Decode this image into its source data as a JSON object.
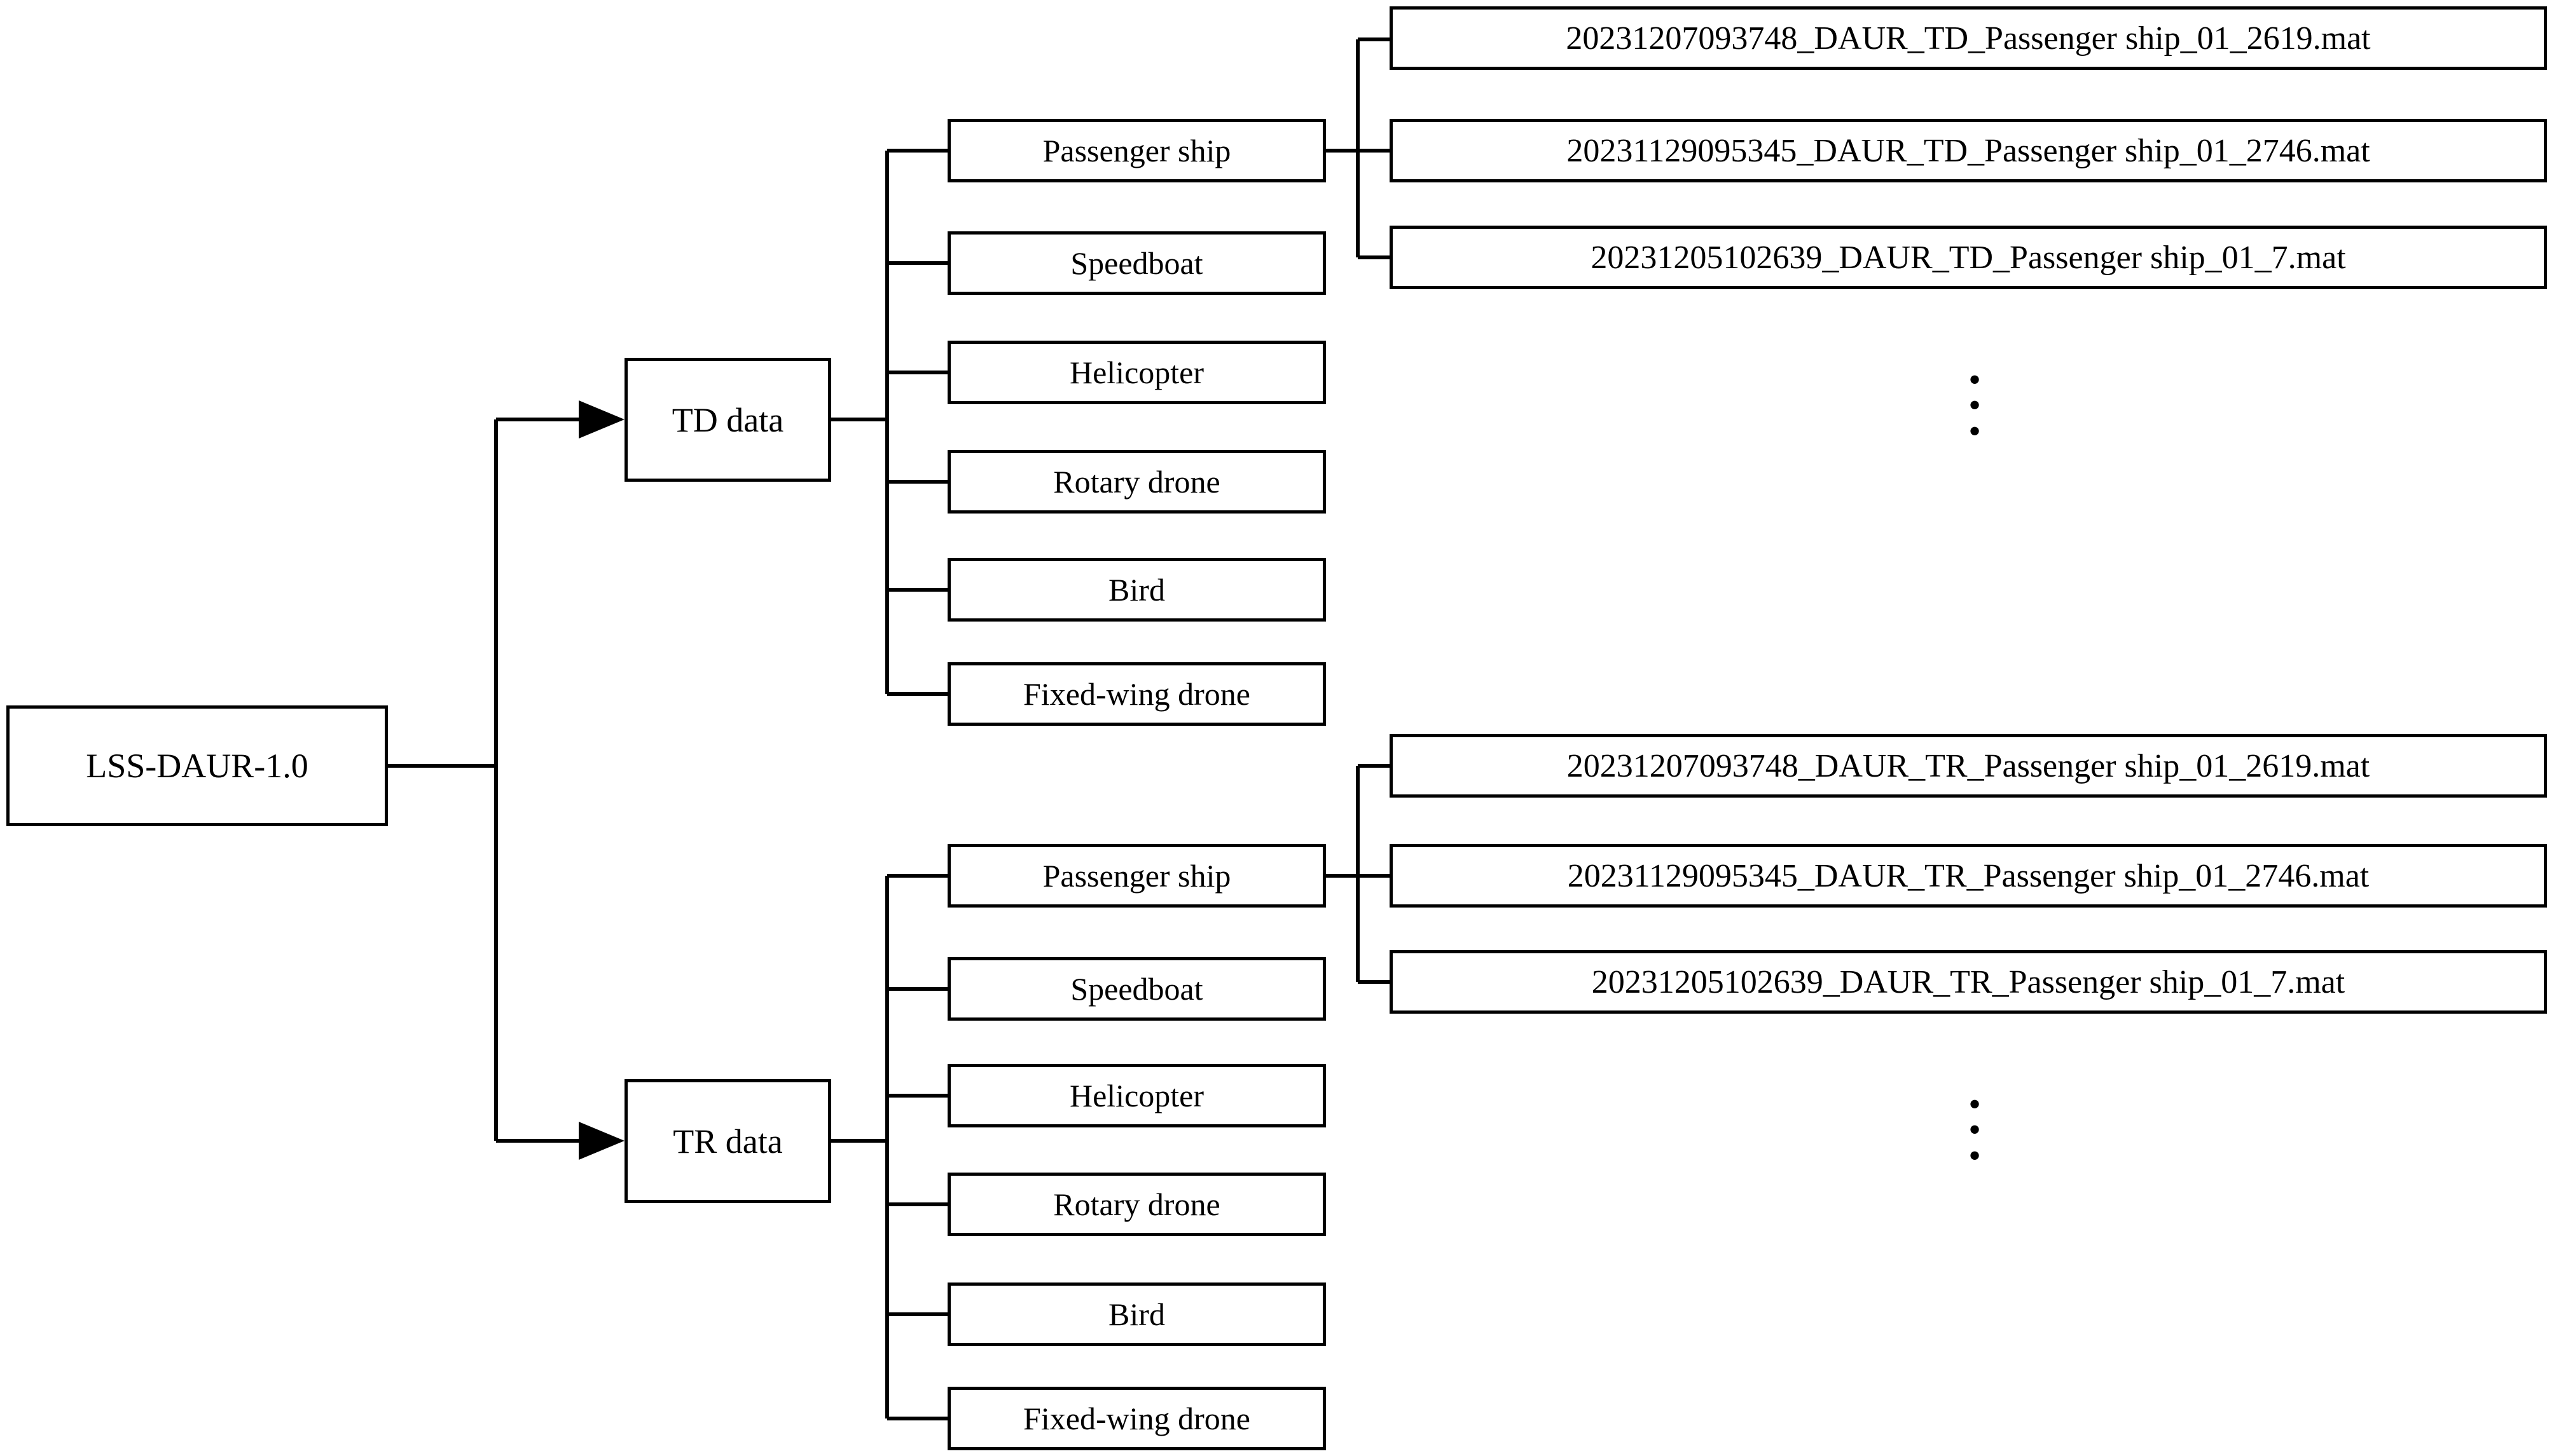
{
  "diagram": {
    "type": "tree-hierarchy",
    "title": "LSS-DAUR-1.0 dataset structure",
    "line_color": "#000000",
    "background_color": "#ffffff",
    "text_color": "#000000"
  },
  "root": {
    "label": "LSS-DAUR-1.0"
  },
  "branches": [
    {
      "id": "td",
      "label": "TD data",
      "categories": [
        {
          "label": "Passenger ship"
        },
        {
          "label": "Speedboat"
        },
        {
          "label": "Helicopter"
        },
        {
          "label": "Rotary drone"
        },
        {
          "label": "Bird"
        },
        {
          "label": "Fixed-wing drone"
        }
      ],
      "files": [
        {
          "label": "20231207093748_DAUR_TD_Passenger ship_01_2619.mat"
        },
        {
          "label": "20231129095345_DAUR_TD_Passenger ship_01_2746.mat"
        },
        {
          "label": "20231205102639_DAUR_TD_Passenger ship_01_7.mat"
        }
      ],
      "files_ellipsis": "⋮"
    },
    {
      "id": "tr",
      "label": "TR data",
      "categories": [
        {
          "label": "Passenger ship"
        },
        {
          "label": "Speedboat"
        },
        {
          "label": "Helicopter"
        },
        {
          "label": "Rotary drone"
        },
        {
          "label": "Bird"
        },
        {
          "label": "Fixed-wing drone"
        }
      ],
      "files": [
        {
          "label": "20231207093748_DAUR_TR_Passenger ship_01_2619.mat"
        },
        {
          "label": "20231129095345_DAUR_TR_Passenger ship_01_2746.mat"
        },
        {
          "label": "20231205102639_DAUR_TR_Passenger ship_01_7.mat"
        }
      ],
      "files_ellipsis": "⋮"
    }
  ],
  "ellipsis_dot": "•"
}
